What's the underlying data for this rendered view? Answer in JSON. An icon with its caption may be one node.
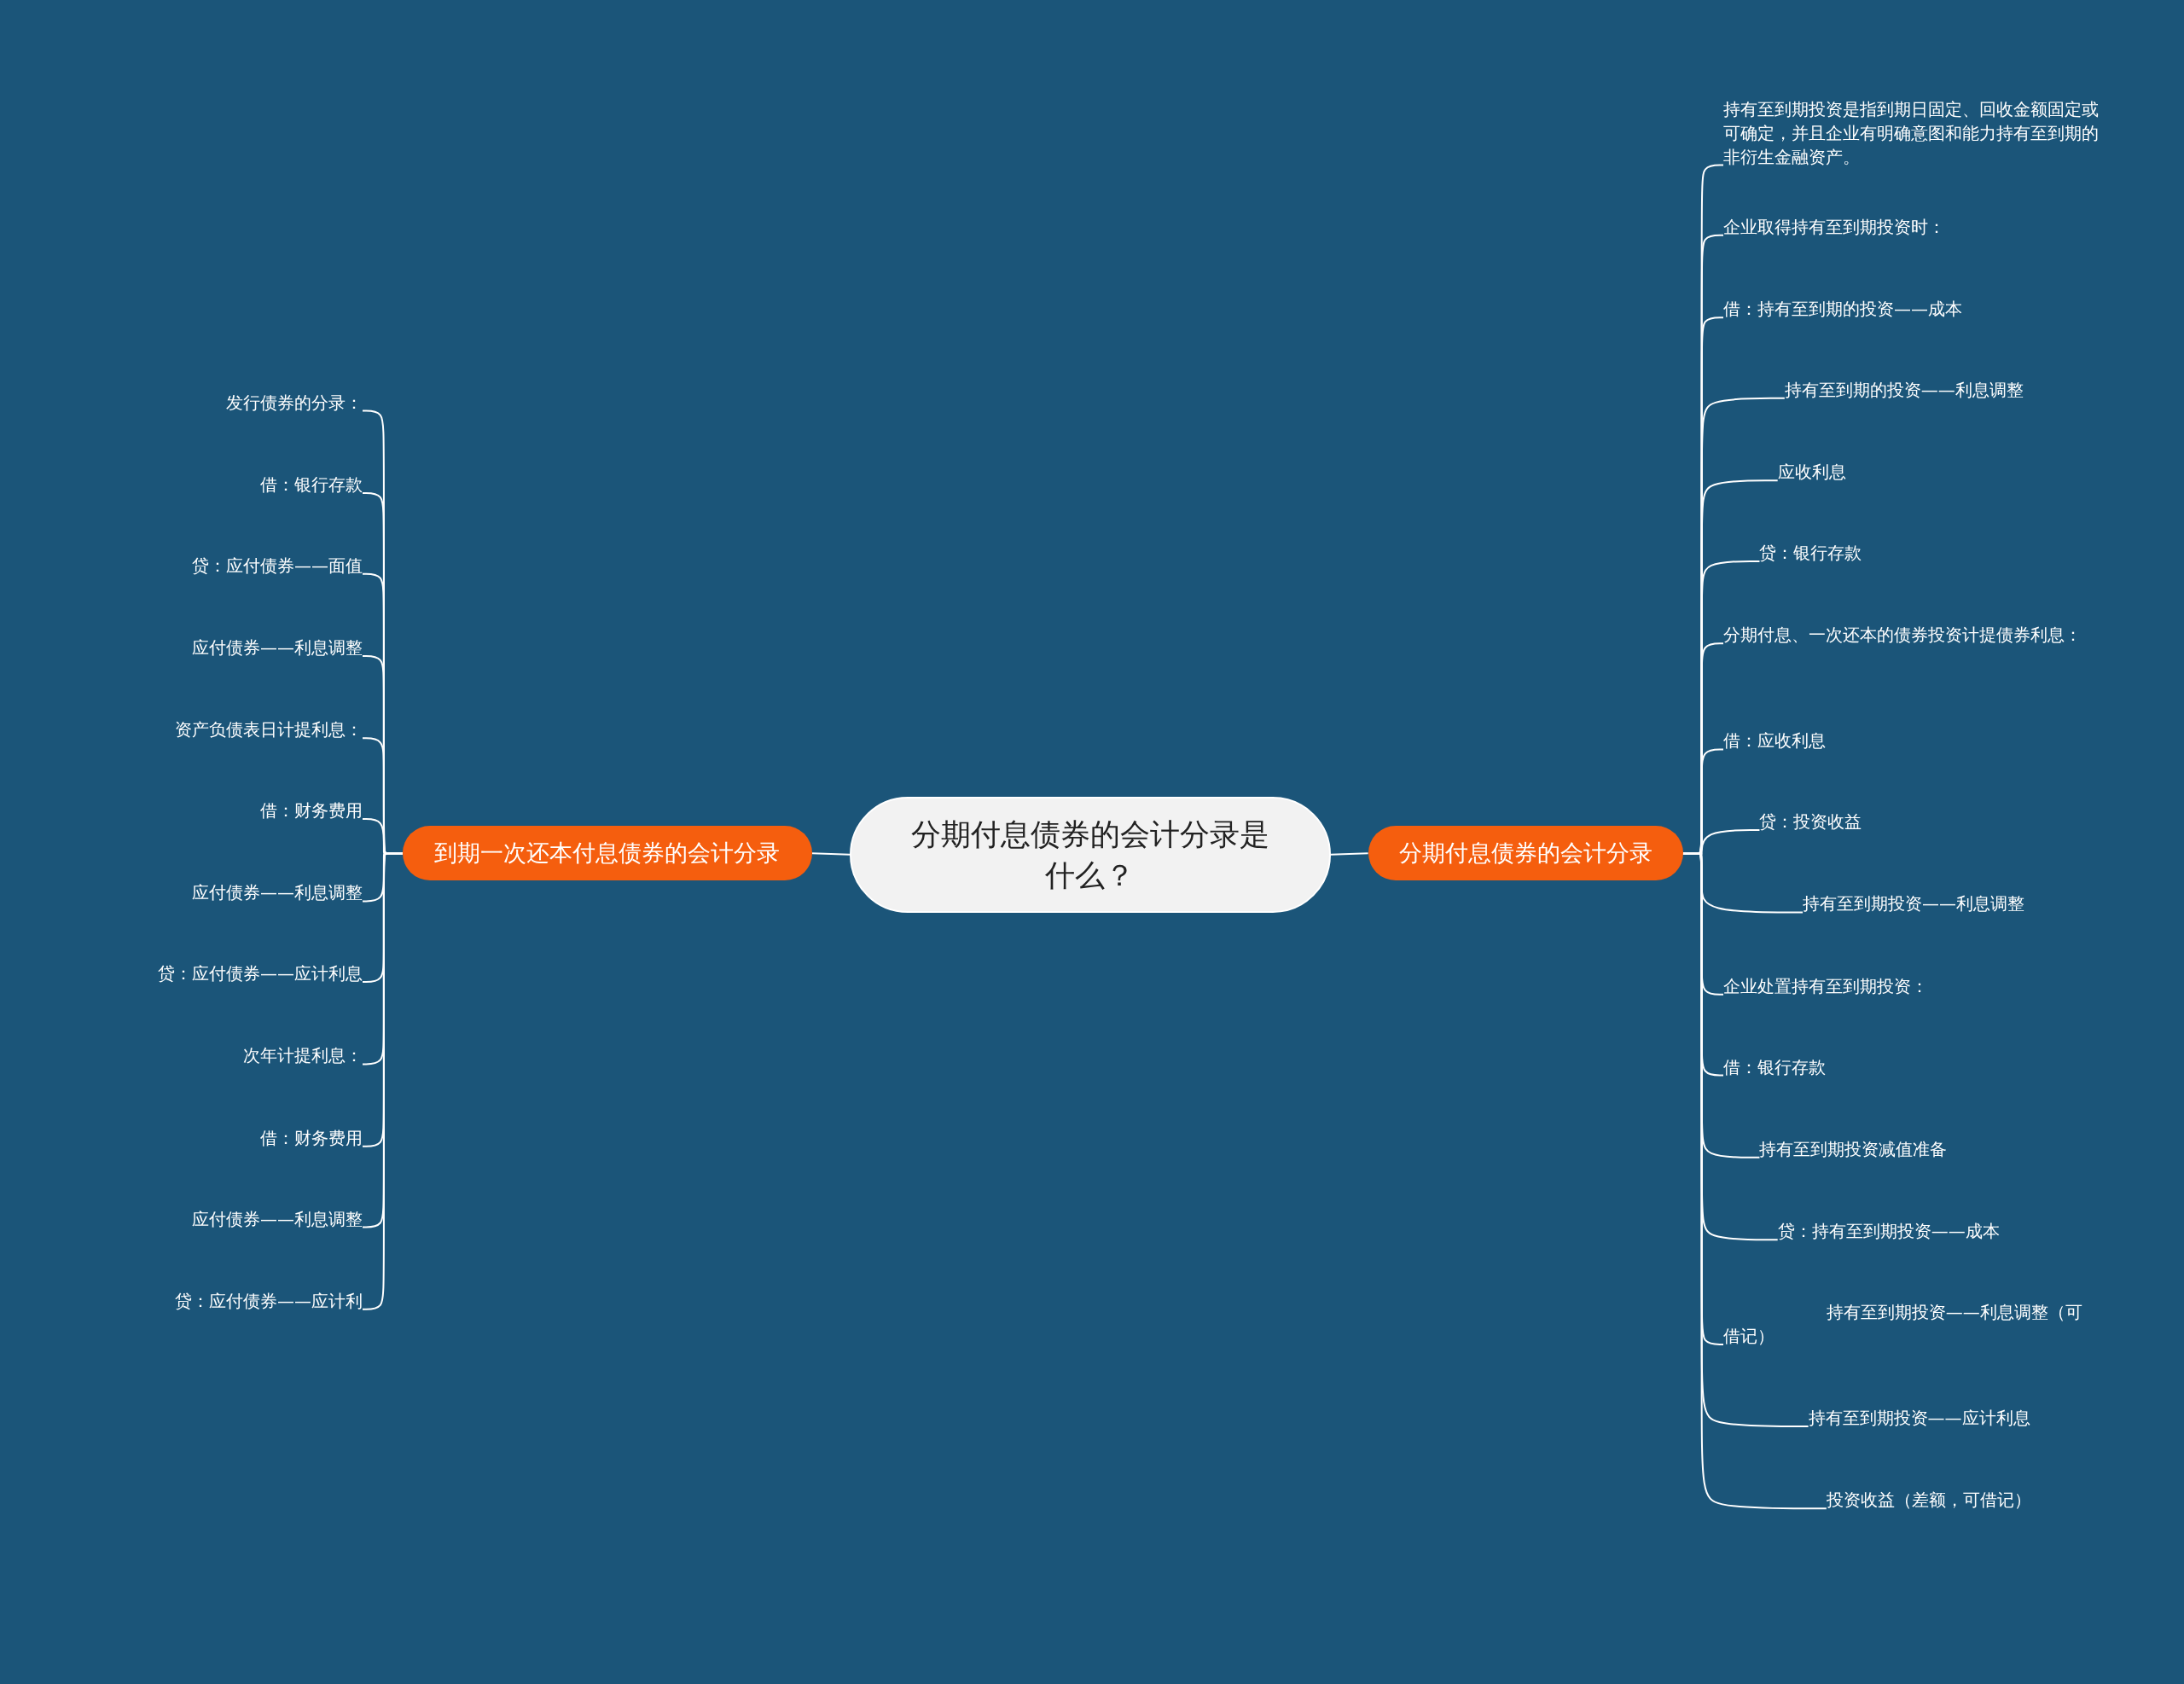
{
  "diagram": {
    "nodes": [
      {
        "text": [
          "分期付息债券的会计分录是什么？"
        ]
      },
      {
        "text": [
          "到期一次还本付息债券的会计分录"
        ]
      },
      {
        "text": [
          "发行债券的分录："
        ]
      },
      {
        "text": [
          "借：银行存款"
        ]
      },
      {
        "text": [
          "贷：应付债券——面值"
        ]
      },
      {
        "text": [
          "应付债券——利息调整"
        ]
      },
      {
        "text": [
          "资产负债表日计提利息："
        ]
      },
      {
        "text": [
          "借：财务费用"
        ]
      },
      {
        "text": [
          "应付债券——利息调整"
        ]
      },
      {
        "text": [
          "贷：应付债券——应计利息"
        ]
      },
      {
        "text": [
          "次年计提利息："
        ]
      },
      {
        "text": [
          "借：财务费用"
        ]
      },
      {
        "text": [
          "应付债券——利息调整"
        ]
      },
      {
        "text": [
          "贷：应付债券——应计利"
        ]
      },
      {
        "text": [
          "分期付息债券的会计分录"
        ]
      },
      {
        "text": [
          "持有至到期投资是指到期日固定、回收金额固定或可确定，并且企业有明确意图和能力持有至到期的非衍生金融资产。"
        ]
      },
      {
        "text": [
          "企业取得持有至到期投资时："
        ]
      },
      {
        "text": [
          "借：持有至到期的投资——成本"
        ]
      },
      {
        "text": [
          "持有至到期的投资——利息调整"
        ]
      },
      {
        "text": [
          "应收利息"
        ]
      },
      {
        "text": [
          "贷：银行存款"
        ]
      },
      {
        "text": [
          "分期付息、一次还本的债券投资计提债券利息："
        ]
      },
      {
        "text": [
          "借：应收利息"
        ]
      },
      {
        "text": [
          "贷：投资收益"
        ]
      },
      {
        "text": [
          "持有至到期投资——利息调整"
        ]
      },
      {
        "text": [
          "企业处置持有至到期投资："
        ]
      },
      {
        "text": [
          "借：银行存款"
        ]
      },
      {
        "text": [
          "持有至到期投资减值准备"
        ]
      },
      {
        "text": [
          "贷：持有至到期投资——成本"
        ]
      },
      {
        "text": [
          "持有至到期投资——利息调整（可借记）"
        ]
      },
      {
        "text": [
          "持有至到期投资——应计利息"
        ]
      },
      {
        "text": [
          "投资收益（差额，可借记）"
        ]
      }
    ],
    "edges": [
      {
        "from": 0,
        "to": 1,
        "arrow": "none"
      },
      {
        "from": 1,
        "to": 2,
        "arrow": "none"
      },
      {
        "from": 1,
        "to": 3,
        "arrow": "none"
      },
      {
        "from": 1,
        "to": 4,
        "arrow": "none"
      },
      {
        "from": 1,
        "to": 5,
        "arrow": "none"
      },
      {
        "from": 1,
        "to": 6,
        "arrow": "none"
      },
      {
        "from": 1,
        "to": 7,
        "arrow": "none"
      },
      {
        "from": 1,
        "to": 8,
        "arrow": "none"
      },
      {
        "from": 1,
        "to": 9,
        "arrow": "none"
      },
      {
        "from": 1,
        "to": 10,
        "arrow": "none"
      },
      {
        "from": 1,
        "to": 11,
        "arrow": "none"
      },
      {
        "from": 1,
        "to": 12,
        "arrow": "none"
      },
      {
        "from": 1,
        "to": 13,
        "arrow": "none"
      },
      {
        "from": 0,
        "to": 14,
        "arrow": "none"
      },
      {
        "from": 14,
        "to": 15,
        "arrow": "none"
      },
      {
        "from": 14,
        "to": 16,
        "arrow": "none"
      },
      {
        "from": 14,
        "to": 17,
        "arrow": "none"
      },
      {
        "from": 14,
        "to": 18,
        "arrow": "none"
      },
      {
        "from": 14,
        "to": 19,
        "arrow": "none"
      },
      {
        "from": 14,
        "to": 20,
        "arrow": "none"
      },
      {
        "from": 14,
        "to": 21,
        "arrow": "none"
      },
      {
        "from": 14,
        "to": 22,
        "arrow": "none"
      },
      {
        "from": 14,
        "to": 23,
        "arrow": "none"
      },
      {
        "from": 14,
        "to": 24,
        "arrow": "none"
      },
      {
        "from": 14,
        "to": 25,
        "arrow": "none"
      },
      {
        "from": 14,
        "to": 26,
        "arrow": "none"
      },
      {
        "from": 14,
        "to": 27,
        "arrow": "none"
      },
      {
        "from": 14,
        "to": 28,
        "arrow": "none"
      },
      {
        "from": 14,
        "to": 29,
        "arrow": "none"
      },
      {
        "from": 14,
        "to": 30,
        "arrow": "none"
      },
      {
        "from": 14,
        "to": 31,
        "arrow": "none"
      }
    ]
  }
}
